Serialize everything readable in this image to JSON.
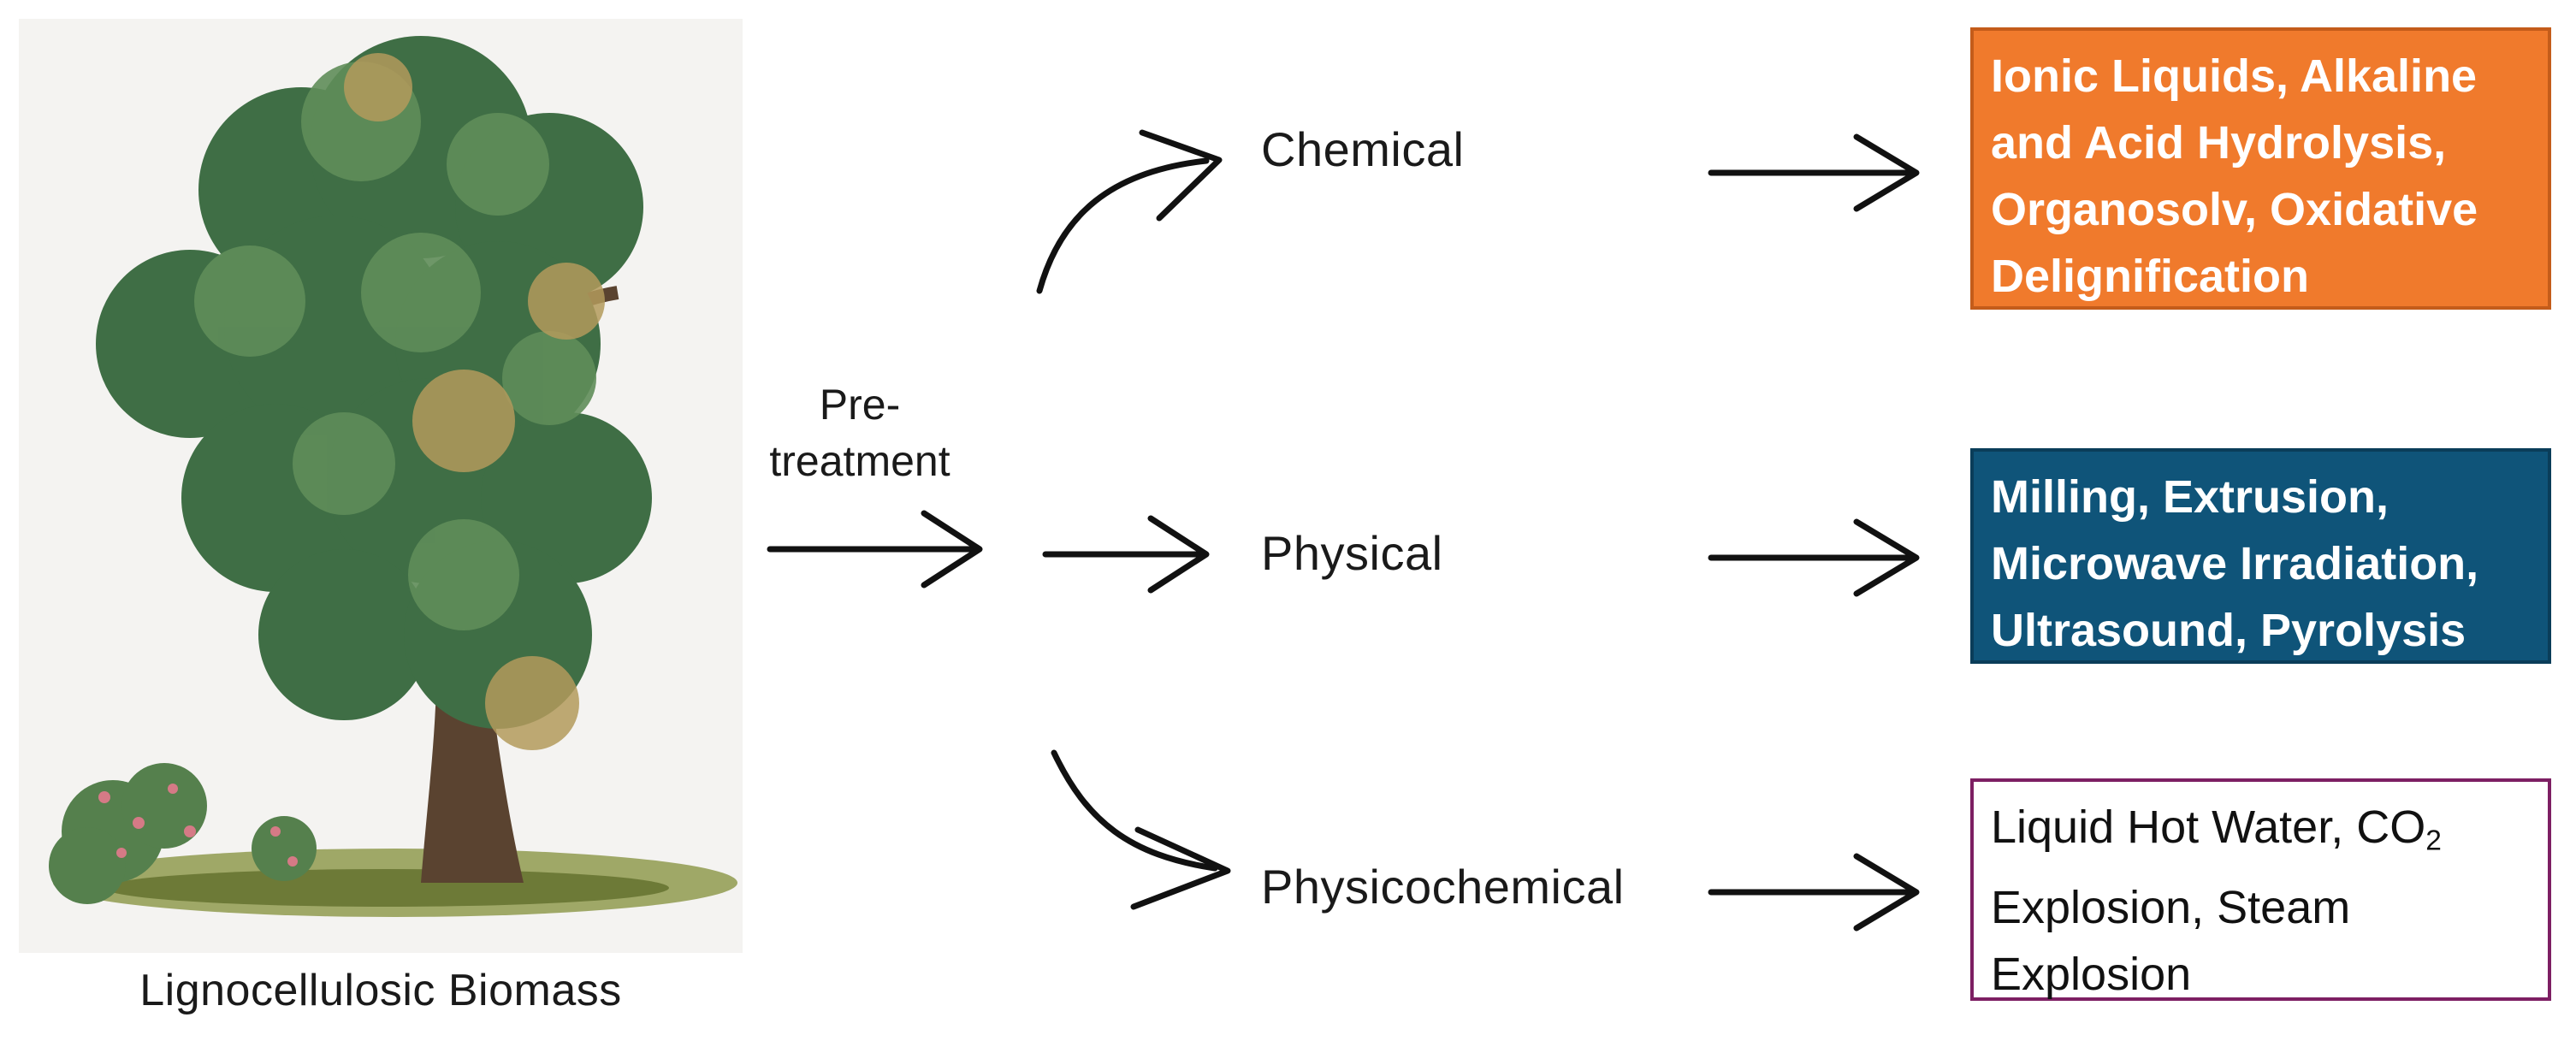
{
  "caption": "Lignocellulosic Biomass",
  "pretreatment": {
    "line1": "Pre-",
    "line2": "treatment"
  },
  "branches": {
    "chemical": {
      "label": "Chemical",
      "methods": [
        "Ionic Liquids, Alkaline",
        "and Acid Hydrolysis,",
        "Organosolv, Oxidative",
        "Delignification"
      ],
      "color": "#f07a2c"
    },
    "physical": {
      "label": "Physical",
      "methods": [
        "Milling, Extrusion,",
        "Microwave Irradiation,",
        "Ultrasound, Pyrolysis"
      ],
      "color": "#0f5479"
    },
    "physicochemical": {
      "label": "Physicochemical",
      "methods": {
        "line1_prefix": "Liquid Hot Water, CO",
        "line1_sub": "2",
        "line2": "Explosion, Steam",
        "line3": "Explosion"
      },
      "color": "#7d1f63"
    }
  }
}
